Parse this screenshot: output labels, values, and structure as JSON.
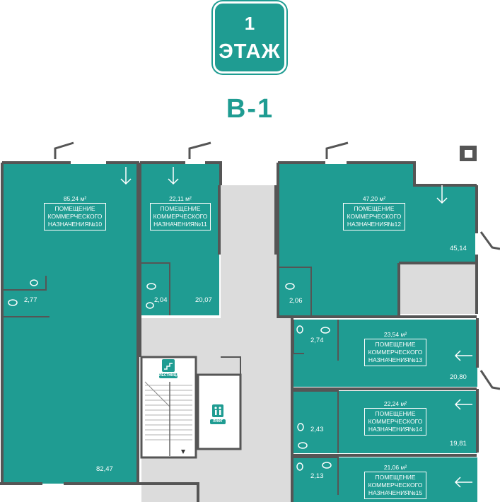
{
  "floor_badge": {
    "number": "1",
    "label": "ЭТАЖ"
  },
  "section_title": "В-1",
  "colors": {
    "room": "#1f9c92",
    "wall": "#555555",
    "corridor": "#dcdcdc",
    "background": "#ffffff"
  },
  "rooms": [
    {
      "area": "85,24 м²",
      "line1": "ПОМЕЩЕНИЕ",
      "line2": "КОММЕРЧЕСКОГО",
      "line3": "НАЗНАЧЕНИЯ№10",
      "sub_area": "82,47",
      "wc_area": "2,77"
    },
    {
      "area": "22,11 м²",
      "line1": "ПОМЕЩЕНИЕ",
      "line2": "КОММЕРЧЕСКОГО",
      "line3": "НАЗНАЧЕНИЯ№11",
      "sub_area": "20,07",
      "wc_area": "2,04"
    },
    {
      "area": "47,20 м²",
      "line1": "ПОМЕЩЕНИЕ",
      "line2": "КОММЕРЧЕСКОГО",
      "line3": "НАЗНАЧЕНИЯ№12",
      "sub_area": "45,14",
      "wc_area": "2,06"
    },
    {
      "area": "23,54 м²",
      "line1": "ПОМЕЩЕНИЕ",
      "line2": "КОММЕРЧЕСКОГО",
      "line3": "НАЗНАЧЕНИЯ№13",
      "sub_area": "20,80",
      "wc_area": "2,74"
    },
    {
      "area": "22,24 м²",
      "line1": "ПОМЕЩЕНИЕ",
      "line2": "КОММЕРЧЕСКОГО",
      "line3": "НАЗНАЧЕНИЯ№14",
      "sub_area": "19,81",
      "wc_area": "2,43"
    },
    {
      "area": "21,06 м²",
      "line1": "ПОМЕЩЕНИЕ",
      "line2": "КОММЕРЧЕСКОГО",
      "line3": "НАЗНАЧЕНИЯ№15",
      "sub_area": "",
      "wc_area": "2,13"
    }
  ],
  "stair_label": "ЛЕСТНИЦА",
  "lift_label": "ЛИФТ"
}
